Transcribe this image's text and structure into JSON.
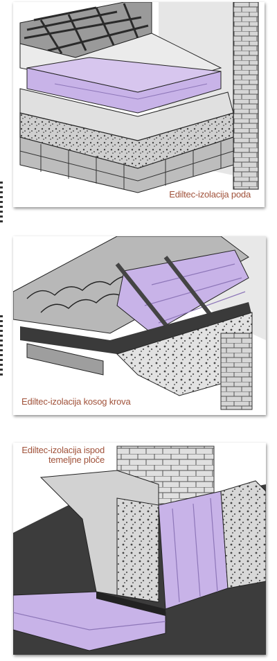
{
  "colors": {
    "caption": "#a0523a",
    "insulation": "#c8b3e8",
    "insulation_dark": "#a08ac8",
    "concrete": "#d0d0d0",
    "membrane": "#3a3a3a",
    "sky": "#e4e4e4",
    "frame_shadow": "#888888"
  },
  "panels": [
    {
      "id": "floor",
      "caption": "Ediltec-izolacija poda",
      "illustration": "floor-insulation-cutaway"
    },
    {
      "id": "roof",
      "caption": "Ediltec-izolacija kosog krova",
      "illustration": "pitched-roof-insulation-cutaway"
    },
    {
      "id": "foundation",
      "caption": "Ediltec-izolacija ispod temeljne ploče",
      "illustration": "foundation-slab-insulation-cutaway"
    }
  ]
}
